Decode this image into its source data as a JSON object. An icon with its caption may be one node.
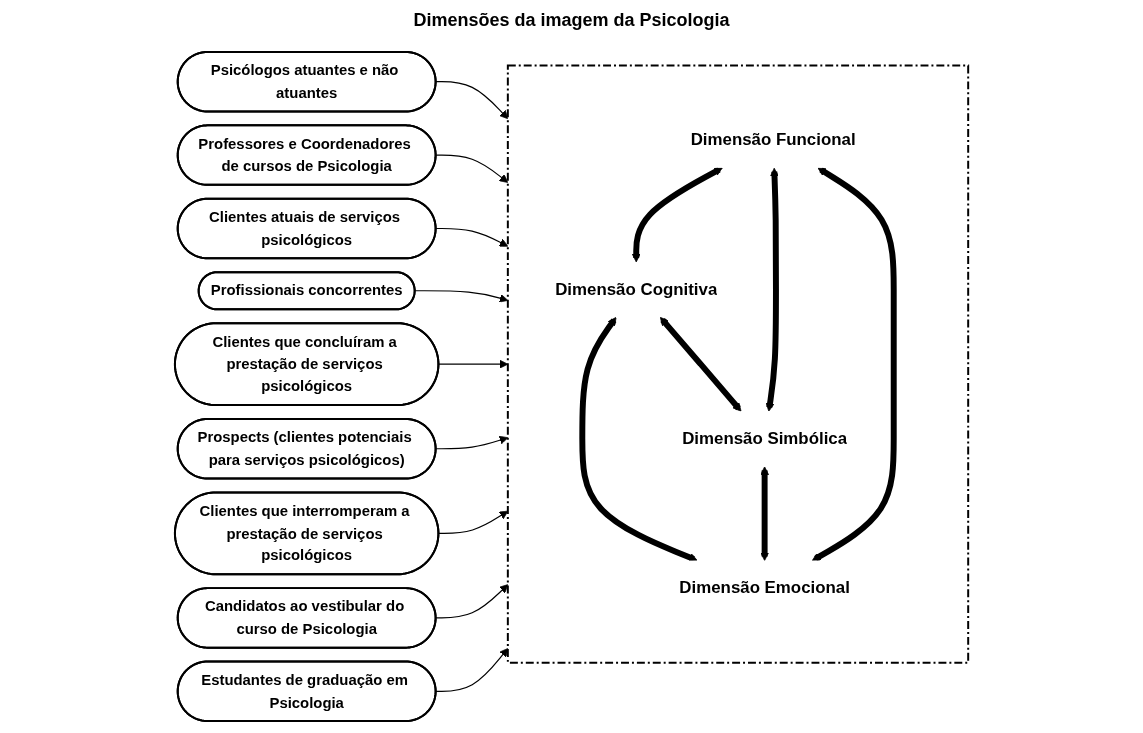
{
  "diagram": {
    "title": "Dimensões da imagem da Psicologia",
    "nodes": [
      {
        "text": [
          "Psicólogos atuantes e não atuantes"
        ]
      },
      {
        "text": [
          "Professores e Coordenadores de cursos de Psicologia"
        ]
      },
      {
        "text": [],
        "shape": "box"
      },
      {
        "text": [
          "Dimensão Funcional"
        ],
        "in": 2
      },
      {
        "text": [
          "Dimensão Cognitiva"
        ],
        "in": 2
      },
      {
        "text": [
          "Clientes atuais de serviços psicológicos"
        ]
      },
      {
        "text": [
          "Profissionais concorrentes"
        ]
      },
      {
        "text": [
          "Clientes que concluíram a prestação de serviços psicológicos"
        ]
      },
      {
        "text": [
          "Prospects (clientes potenciais para serviços psicológicos)"
        ]
      },
      {
        "text": [
          "Clientes que interromperam a prestação de serviços psicológicos"
        ]
      },
      {
        "text": [
          "Dimensão Simbólica"
        ],
        "in": 2
      },
      {
        "text": [
          "Dimensão Emocional"
        ],
        "in": 2
      },
      {
        "text": [
          "Candidatos ao vestibular do curso de Psicologia"
        ]
      },
      {
        "text": [
          "Estudantes de graduação em Psicologia"
        ]
      }
    ],
    "edges": [
      {
        "from": 0,
        "to": 2,
        "arrow": "to"
      },
      {
        "from": 1,
        "to": 2,
        "arrow": "to"
      },
      {
        "from": 3,
        "to": 4,
        "arrow": "both",
        "style": "thick"
      },
      {
        "from": 5,
        "to": 2,
        "arrow": "to"
      },
      {
        "from": 3,
        "to": 10,
        "arrow": "both",
        "style": "thick"
      },
      {
        "from": 4,
        "to": 11,
        "arrow": "both",
        "style": "thick"
      },
      {
        "from": 3,
        "to": 11,
        "arrow": "both",
        "style": "thick"
      },
      {
        "from": 4,
        "to": 10,
        "arrow": "both",
        "style": "thick"
      },
      {
        "from": 6,
        "to": 2,
        "arrow": "to"
      },
      {
        "from": 7,
        "to": 2,
        "arrow": "to"
      },
      {
        "from": 8,
        "to": 2,
        "arrow": "to"
      },
      {
        "from": 9,
        "to": 2,
        "arrow": "to"
      },
      {
        "from": 10,
        "to": 11,
        "arrow": "both",
        "style": "thick"
      },
      {
        "from": 12,
        "to": 2,
        "arrow": "to"
      },
      {
        "from": 13,
        "to": 2,
        "arrow": "to"
      }
    ]
  }
}
